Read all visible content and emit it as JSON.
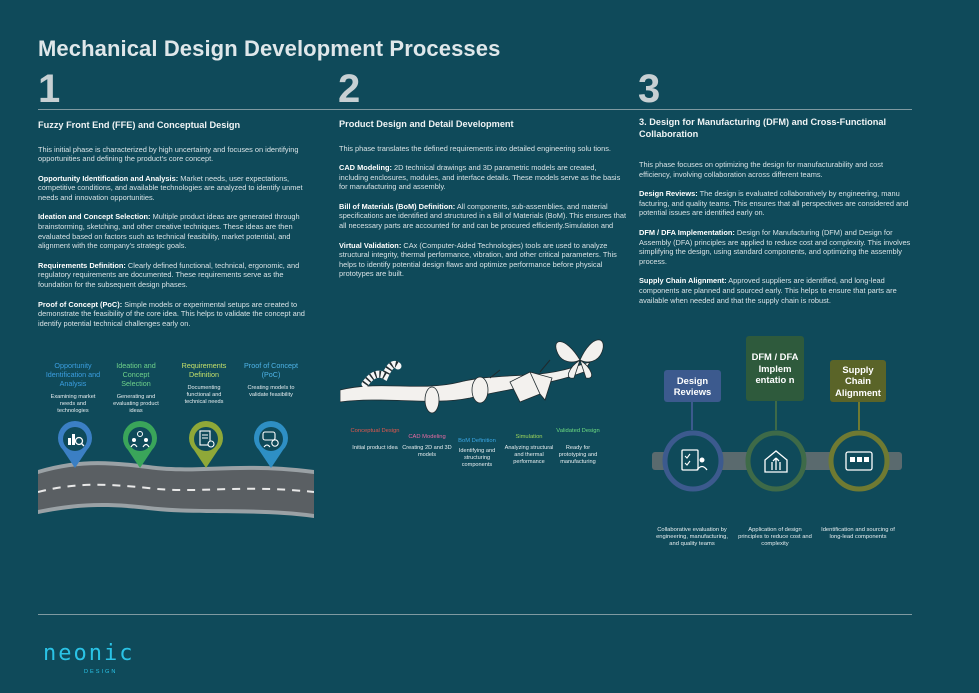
{
  "title": "Mechanical Design Development Processes",
  "columns": [
    {
      "number": "1",
      "heading": "Fuzzy Front End (FFE) and Conceptual Design",
      "intro": "This initial phase is characterized by high uncertainty and  focuses on identifying opportunities and defining the product's core concept.",
      "items": [
        {
          "label": "Opportunity Identification and Analysis:",
          "text": " Market needs, user expectations, competitive conditions, and available technologies are analyzed to identify unmet needs and innovation opportunities."
        },
        {
          "label": "Ideation and Concept Selection:",
          "text": " Multiple product ideas are generated through brainstorming, sketching, and other creative techniques. These ideas are then evaluated based on factors such as technical feasibility, market potential, and alignment with the company's strategic goals."
        },
        {
          "label": "Requirements Definition:",
          "text": " Clearly defined functional, technical, ergonomic, and regulatory requirements are documented. These requirements serve as the foundation for the subsequent design phases."
        },
        {
          "label": "Proof of Concept (PoC):",
          "text": " Simple models or experimental setups are created to demonstrate the feasibility of the core idea. This helps to validate the concept and identify potential technical challenges early on."
        }
      ]
    },
    {
      "number": "2",
      "heading": "Product Design and Detail Development",
      "intro": "This phase translates the defined requirements into detailed engineering solu tions.",
      "items": [
        {
          "label": "CAD Modeling:",
          "text": " 2D technical drawings and 3D parametric models are created, including enclosures, modules, and interface details. These models serve as the basis for manufacturing and assembly."
        },
        {
          "label": "Bill of Materials (BoM) Definition:",
          "text": " All components, sub-assemblies, and material specifications are identified and structured in a Bill of Materials (BoM). This ensures that all necessary parts are accounted for and can be procured efficiently.Simulation and"
        },
        {
          "label": "Virtual Validation:",
          "text": " CAx (Computer-Aided Technologies) tools are used to analyze structural integrity, thermal performance, vibration, and other critical parameters. This helps to identify potential design flaws and optimize performance before physical prototypes are built."
        }
      ]
    },
    {
      "number": "3",
      "heading": "3. Design for Manufacturing (DFM) and Cross-Functional Collaboration",
      "intro": "This phase focuses on optimizing the design for manufacturability and cost efficiency, involving collaboration across different teams.",
      "items": [
        {
          "label": "Design Reviews:",
          "text": " The design is evaluated collaboratively by engineering, manu facturing, and quality teams. This ensures that all perspectives are considered and potential issues are identified early on."
        },
        {
          "label": "DFM / DFA Implementation:",
          "text": " Design for Manufacturing (DFM) and Design for Assembly (DFA) principles are applied to reduce cost and complexity. This involves simplifying the design, using standard components, and optimizing the assembly process."
        },
        {
          "label": "Supply Chain Alignment:",
          "text": " Approved suppliers are identified, and long-lead components are planned and sourced early. This helps to ensure that parts are available when needed and that the supply chain is robust."
        }
      ]
    }
  ],
  "road_steps": [
    {
      "title": "Opportunity Identification and Analysis",
      "desc": "Examining market needs and technologies",
      "color": "#3b9ee0",
      "ring": "#3b7fc4",
      "icon": "chart-magnifier-icon"
    },
    {
      "title": "Ideation and Concept Selection",
      "desc": "Generating and evaluating product ideas",
      "color": "#6fd28a",
      "ring": "#3aa55a",
      "icon": "people-idea-icon"
    },
    {
      "title": "Requirements Definition",
      "desc": "Documenting functional and technical needs",
      "color": "#c4e06a",
      "ring": "#8fa838",
      "icon": "document-gear-icon"
    },
    {
      "title": "Proof of Concept (PoC)",
      "desc": "Creating models to validate feasibility",
      "color": "#4fb4e8",
      "ring": "#2e8fc4",
      "icon": "chat-gear-icon"
    }
  ],
  "butterfly_steps": [
    {
      "title": "Conceptual Design",
      "desc": "Initial product idea",
      "color": "#e0584e"
    },
    {
      "title": "CAD Modeling",
      "desc": "Creating 2D and 3D models",
      "color": "#e86aa3"
    },
    {
      "title": "BoM Definition",
      "desc": "Identifying and structuring components",
      "color": "#3aa8e6"
    },
    {
      "title": "Simulation",
      "desc": "Analyzing structural and thermal performance",
      "color": "#9dd55a"
    },
    {
      "title": "Validated Design",
      "desc": "Ready for prototyping and manufacturing",
      "color": "#6ddc82"
    }
  ],
  "collab_steps": [
    {
      "title": "Design Reviews",
      "desc": "Collaborative evaluation by engineering, manufacturing, and quality teams",
      "color": "#3c5a8e",
      "ring": "#3c5a8e",
      "icon": "checklist-people-icon"
    },
    {
      "title": "DFM / DFA Implem entatio n",
      "desc": "Application of design principles to reduce cost and complexity",
      "color": "#2e5a3c",
      "ring": "#3e6a48",
      "icon": "house-arrow-icon"
    },
    {
      "title": "Supply Chain Alignment",
      "desc": "Identification and sourcing of long-lead components",
      "color": "#5a6428",
      "ring": "#6f7a32",
      "icon": "truck-box-icon"
    }
  ],
  "logo": {
    "name": "neonic",
    "tagline": "DESIGN",
    "color": "#2ac3e6"
  }
}
